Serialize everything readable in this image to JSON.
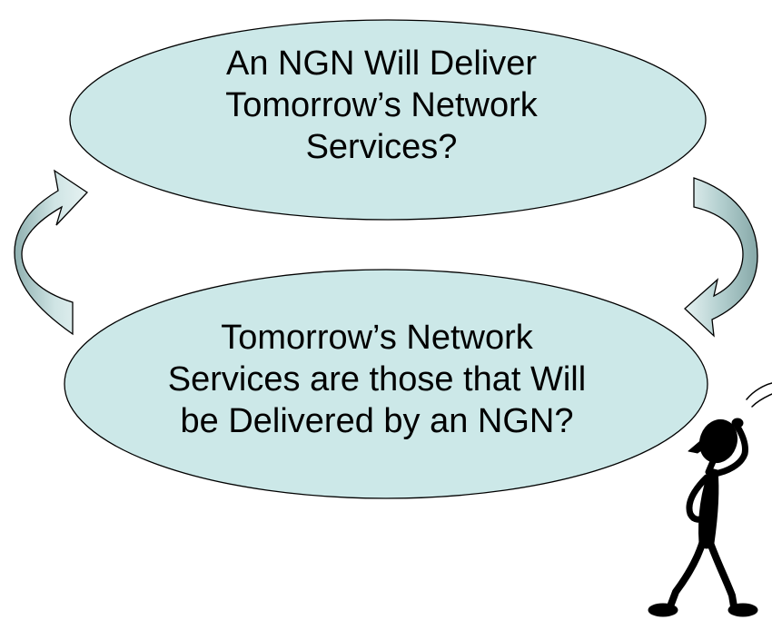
{
  "diagram": {
    "top_statement": {
      "lines": [
        "An NGN Will Deliver",
        "Tomorrow’s Network",
        "Services?"
      ]
    },
    "bottom_statement": {
      "lines": [
        "Tomorrow’s Network",
        "Services are those that Will",
        "be Delivered by an NGN?"
      ]
    }
  },
  "colors": {
    "ellipse_fill": "#cce8e8",
    "arrow_fill_light": "#cfe4e4",
    "arrow_fill_dark": "#8fb0b0",
    "outline": "#000000"
  }
}
